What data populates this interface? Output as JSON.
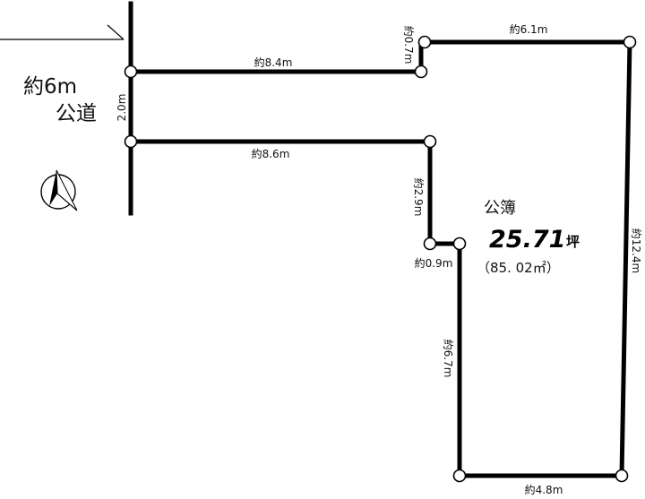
{
  "road": {
    "width_label": "約6m",
    "type_label": "公道"
  },
  "frontage": {
    "width_label": "2.0m"
  },
  "dimensions": {
    "top_left": "約8.4m",
    "step_up": "約0.7m",
    "top_right": "約6.1m",
    "lower_left": "約8.6m",
    "inner_vertical": "約2.9m",
    "notch": "約0.9m",
    "left_lower": "約6.7m",
    "right_side": "約12.4m",
    "bottom": "約4.8m"
  },
  "area": {
    "category": "公簿",
    "tsubo_value": "25.71",
    "tsubo_unit": "坪",
    "sqm": "（85. 02㎡）"
  },
  "icons": {
    "north": "north-arrow-icon"
  }
}
